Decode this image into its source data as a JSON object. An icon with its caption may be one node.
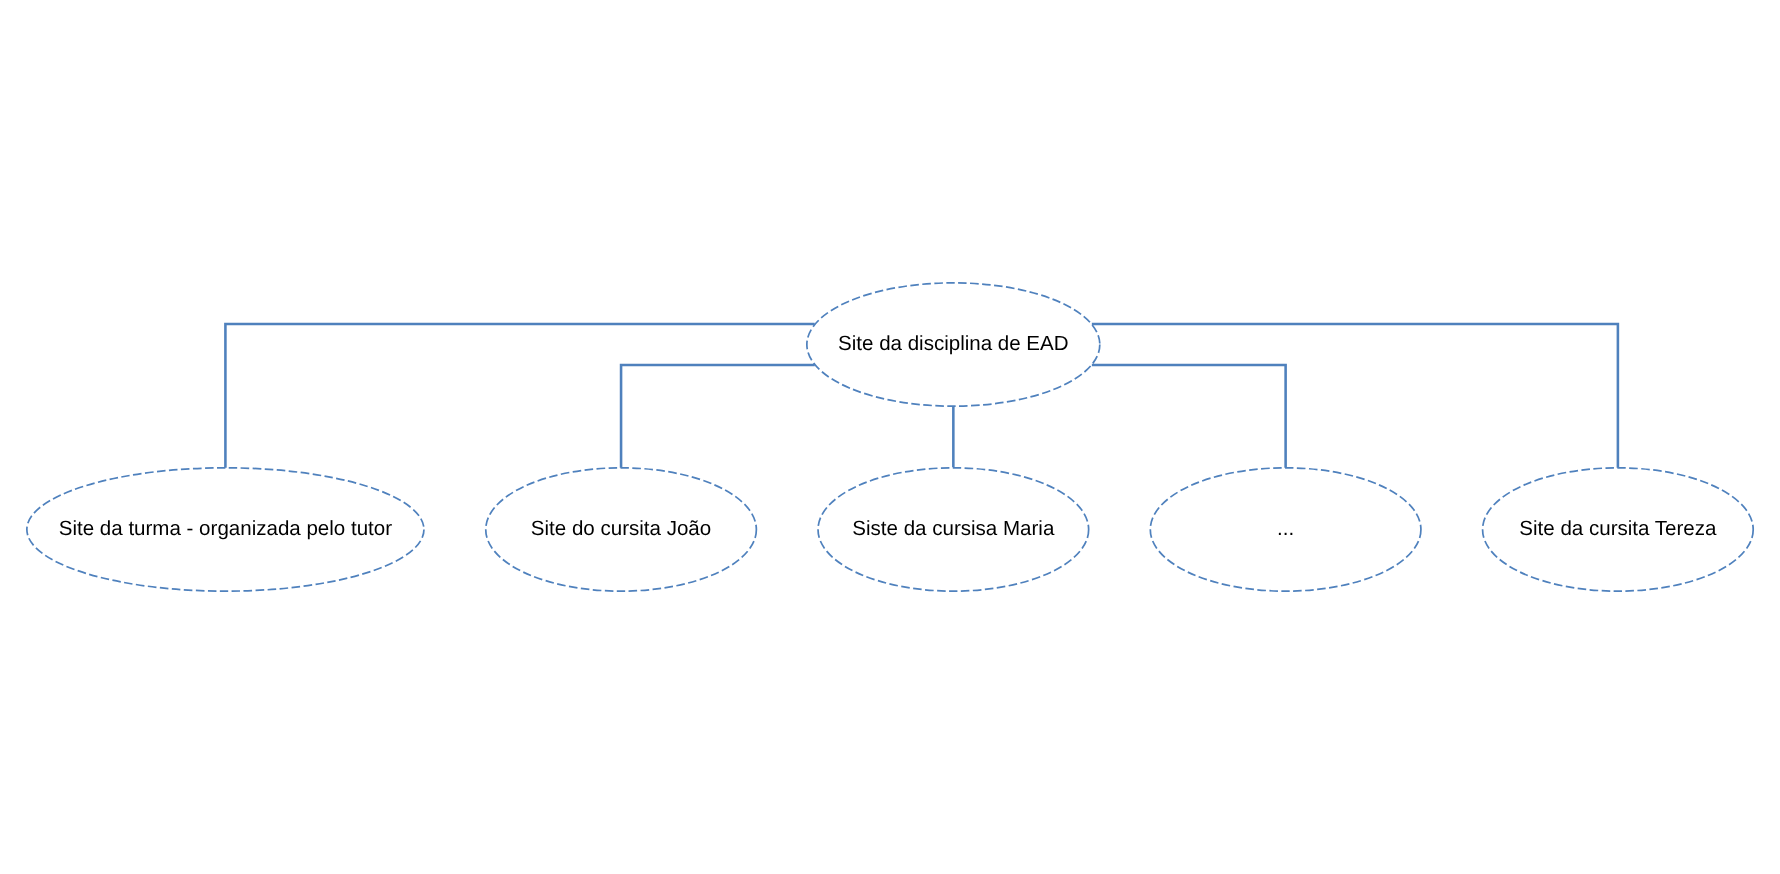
{
  "diagram": {
    "nodes": [
      {
        "text": [
          "Site da disciplina de EAD"
        ]
      },
      {
        "text": [
          "Site da turma - organizada pelo tutor"
        ]
      },
      {
        "text": [
          "Site do cursita João"
        ]
      },
      {
        "text": [
          "Siste da cursisa Maria"
        ]
      },
      {
        "text": [
          "..."
        ]
      },
      {
        "text": [
          "Site da cursita Tereza"
        ]
      }
    ],
    "edges": [
      {
        "from": 0,
        "to": 1,
        "arrow": "none"
      },
      {
        "from": 0,
        "to": 2,
        "arrow": "none"
      },
      {
        "from": 0,
        "to": 3,
        "arrow": "none"
      },
      {
        "from": 0,
        "to": 4,
        "arrow": "none"
      },
      {
        "from": 0,
        "to": 5,
        "arrow": "none"
      }
    ]
  }
}
